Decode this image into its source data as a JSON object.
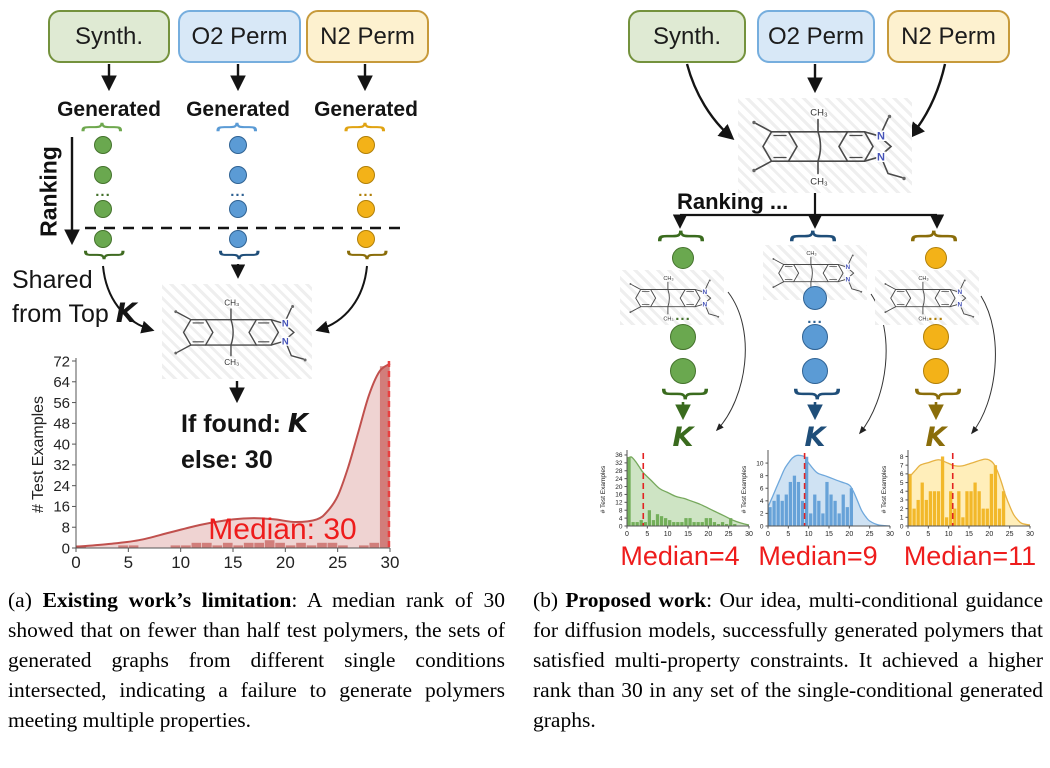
{
  "glyphs": {
    "brace": "{",
    "ellipsis": "..."
  },
  "molecule": {
    "methyl": "CH₃",
    "nitrogen": "N"
  },
  "colors": {
    "green": "#6aa84f",
    "blue": "#5b9bd5",
    "yellow": "#f3b218",
    "dark_green": "#3a6b1e",
    "dark_blue": "#1f4e79",
    "dark_gold": "#8a6d0a",
    "chart_red": "#c0504d",
    "median_red": "#e32222",
    "green_box": "#dfead3",
    "blue_box": "#d8e8f7",
    "yellow_box": "#fdf1cf"
  },
  "panel_a": {
    "condition_boxes": [
      {
        "label": "Synth."
      },
      {
        "label": "O2 Perm"
      },
      {
        "label": "N2 Perm"
      }
    ],
    "generated_labels": [
      "Generated",
      "Generated",
      "Generated"
    ],
    "ranking_label": "Ranking",
    "shared_top_k": {
      "line1": "Shared",
      "line2_prefix": "from Top ",
      "k": "K"
    },
    "decision": {
      "line1_prefix": "If  found: ",
      "k": "K",
      "line2": "else: 30"
    },
    "median_annotation": "Median: 30",
    "caption": {
      "index": "(a) ",
      "title": "Existing work’s limitation",
      "body": ":  A median rank of 30 showed that on fewer than half test polymers, the sets of generated graphs from different single conditions intersected, indicating a failure to generate polymers meeting multiple properties."
    }
  },
  "panel_b": {
    "condition_boxes": [
      {
        "label": "Synth."
      },
      {
        "label": "O2 Perm"
      },
      {
        "label": "N2 Perm"
      }
    ],
    "ranking_label": "Ranking ...",
    "k_labels": [
      "K",
      "K",
      "K"
    ],
    "median_labels": [
      "Median=4",
      "Median=9",
      "Median=11"
    ],
    "caption": {
      "index": "(b) ",
      "title": "Proposed work",
      "body": ":  Our idea, multi-conditional guidance for diffusion models, successfully generated polymers that satisfied multi-property constraints. It achieved a higher rank than 30 in any set of the single-conditional generated graphs."
    }
  },
  "chart_data": [
    {
      "id": "existing-rank-distribution",
      "type": "bar",
      "title": "",
      "xlabel": "",
      "ylabel": "# Test Examples",
      "xlim": [
        0,
        30
      ],
      "ylim": [
        0,
        72
      ],
      "xticks": [
        0,
        5,
        10,
        15,
        20,
        25,
        30
      ],
      "yticks": [
        0,
        8,
        16,
        24,
        32,
        40,
        48,
        56,
        64,
        72
      ],
      "median": 30,
      "median_line_x": 29.9,
      "line_color": "#c0504d",
      "fill_color": "#c0504d",
      "fill_opacity": 0.25,
      "bar_color": "#c0504d",
      "bar_opacity": 0.65,
      "median_color": "#e84040",
      "bars": [
        1,
        0,
        0,
        0,
        1,
        1,
        0,
        0,
        0,
        1,
        1,
        2,
        2,
        1,
        2,
        1,
        2,
        2,
        3,
        2,
        1,
        2,
        1,
        2,
        2,
        1,
        0,
        1,
        2,
        70
      ],
      "curve": [
        [
          0,
          0.5
        ],
        [
          3,
          1.5
        ],
        [
          6,
          3
        ],
        [
          9,
          6
        ],
        [
          12,
          9
        ],
        [
          15,
          11
        ],
        [
          17,
          11.5
        ],
        [
          19,
          11
        ],
        [
          21,
          10
        ],
        [
          23,
          11
        ],
        [
          24,
          14
        ],
        [
          25,
          20
        ],
        [
          26,
          31
        ],
        [
          27,
          45
        ],
        [
          28,
          59
        ],
        [
          29,
          68
        ],
        [
          30,
          71
        ]
      ]
    },
    {
      "id": "proposed-rank-synth",
      "type": "bar",
      "title": "",
      "xlabel": "",
      "ylabel": "# Test Examples",
      "xlim": [
        0,
        30
      ],
      "ylim": [
        0,
        37
      ],
      "xticks": [
        0,
        5,
        10,
        15,
        20,
        25,
        30
      ],
      "yticks": [
        0,
        4,
        8,
        12,
        16,
        20,
        24,
        28,
        32,
        36
      ],
      "median": 4,
      "median_line_x": 4,
      "line_color": "#76a85c",
      "fill_color": "#93c47d",
      "fill_opacity": 0.45,
      "bar_color": "#69a84f",
      "bar_opacity": 0.9,
      "median_color": "#e32222",
      "bars": [
        35,
        2,
        2,
        3,
        2,
        8,
        3,
        6,
        5,
        4,
        3,
        2,
        2,
        2,
        4,
        4,
        2,
        2,
        2,
        4,
        4,
        2,
        1,
        2,
        1,
        4,
        1,
        0,
        0,
        0
      ],
      "curve": [
        [
          0,
          34
        ],
        [
          1,
          35
        ],
        [
          2,
          33
        ],
        [
          3,
          30
        ],
        [
          4,
          27
        ],
        [
          6,
          23
        ],
        [
          8,
          19
        ],
        [
          10,
          17
        ],
        [
          12,
          15
        ],
        [
          14,
          14
        ],
        [
          16,
          12.5
        ],
        [
          18,
          11
        ],
        [
          20,
          9
        ],
        [
          22,
          7
        ],
        [
          24,
          5
        ],
        [
          26,
          3
        ],
        [
          28,
          1.5
        ],
        [
          30,
          0.5
        ]
      ]
    },
    {
      "id": "proposed-rank-o2-perm",
      "type": "bar",
      "title": "",
      "xlabel": "",
      "ylabel": "# Test Examples",
      "xlim": [
        0,
        30
      ],
      "ylim": [
        0,
        11.6
      ],
      "xticks": [
        0,
        5,
        10,
        15,
        20,
        25,
        30
      ],
      "yticks": [
        0,
        2,
        4,
        6,
        8,
        10
      ],
      "median": 9,
      "median_line_x": 9,
      "line_color": "#6fa8dc",
      "fill_color": "#9fc5e8",
      "fill_opacity": 0.5,
      "bar_color": "#5b9bd5",
      "bar_opacity": 0.9,
      "median_color": "#e32222",
      "bars": [
        3,
        4,
        5,
        4,
        5,
        7,
        8,
        7,
        4,
        11,
        2,
        5,
        4,
        2,
        7,
        5,
        4,
        2,
        5,
        3,
        6,
        0,
        0,
        0,
        0,
        0,
        0,
        0,
        0,
        0
      ],
      "curve": [
        [
          0,
          3
        ],
        [
          1,
          4.5
        ],
        [
          2,
          6
        ],
        [
          3,
          7.5
        ],
        [
          4,
          9
        ],
        [
          5,
          10
        ],
        [
          6,
          10.8
        ],
        [
          7,
          11.2
        ],
        [
          8,
          11.2
        ],
        [
          9,
          11
        ],
        [
          10,
          10
        ],
        [
          12,
          8.5
        ],
        [
          14,
          8
        ],
        [
          16,
          7.5
        ],
        [
          18,
          7
        ],
        [
          20,
          6.5
        ],
        [
          21,
          5.5
        ],
        [
          22,
          4
        ],
        [
          23,
          2.5
        ],
        [
          24,
          1.5
        ],
        [
          25,
          0.8
        ],
        [
          27,
          0.2
        ],
        [
          30,
          0
        ]
      ]
    },
    {
      "id": "proposed-rank-n2-perm",
      "type": "bar",
      "title": "",
      "xlabel": "",
      "ylabel": "# Test Examples",
      "xlim": [
        0,
        30
      ],
      "ylim": [
        0,
        8.4
      ],
      "xticks": [
        0,
        5,
        10,
        15,
        20,
        25,
        30
      ],
      "yticks": [
        0,
        1,
        2,
        3,
        4,
        5,
        6,
        7,
        8
      ],
      "median": 11,
      "median_line_x": 11,
      "line_color": "#e6b243",
      "fill_color": "#ffd966",
      "fill_opacity": 0.45,
      "bar_color": "#f1b11b",
      "bar_opacity": 0.9,
      "median_color": "#e32222",
      "bars": [
        6,
        2,
        3,
        5,
        3,
        4,
        4,
        4,
        8,
        1,
        4,
        2,
        4,
        1,
        4,
        4,
        5,
        4,
        2,
        2,
        6,
        7,
        2,
        4,
        0,
        0,
        0,
        0,
        0,
        0
      ],
      "curve": [
        [
          0,
          5.5
        ],
        [
          1,
          6
        ],
        [
          2,
          6.5
        ],
        [
          3,
          7
        ],
        [
          5,
          7.3
        ],
        [
          7,
          7.6
        ],
        [
          8,
          7.6
        ],
        [
          9,
          7.4
        ],
        [
          10,
          7.2
        ],
        [
          11,
          7
        ],
        [
          12,
          6.9
        ],
        [
          13,
          6.9
        ],
        [
          14,
          7
        ],
        [
          16,
          7.3
        ],
        [
          18,
          7.6
        ],
        [
          19,
          7.7
        ],
        [
          20,
          7.6
        ],
        [
          21,
          7.2
        ],
        [
          22,
          6.3
        ],
        [
          23,
          5
        ],
        [
          24,
          3.5
        ],
        [
          25,
          2.3
        ],
        [
          26,
          1.3
        ],
        [
          27,
          0.7
        ],
        [
          28,
          0.3
        ],
        [
          30,
          0.1
        ]
      ]
    }
  ]
}
